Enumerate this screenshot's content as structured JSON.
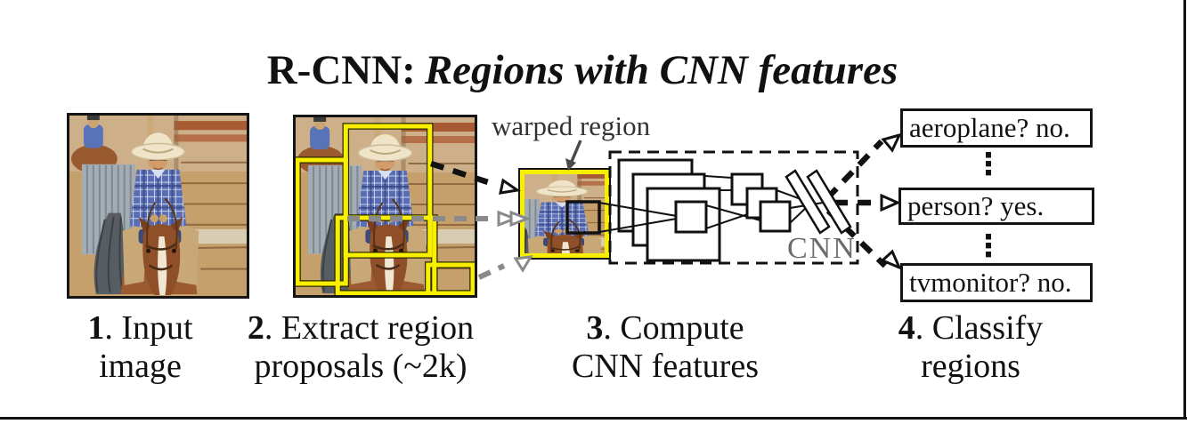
{
  "figure": {
    "title": {
      "prefix": "R-CNN:",
      "rest": "Regions with CNN features"
    },
    "warped_label": "warped region",
    "cnn_label": "CNN",
    "ellipsis": "⋮",
    "classes": [
      {
        "label": "aeroplane? no."
      },
      {
        "label": "person? yes."
      },
      {
        "label": "tvmonitor? no."
      }
    ],
    "steps": [
      {
        "num": "1",
        "rest": ". Input",
        "line2": "image"
      },
      {
        "num": "2",
        "rest": ". Extract region",
        "line2": "proposals (~2k)"
      },
      {
        "num": "3",
        "rest": ". Compute",
        "line2": "CNN features"
      },
      {
        "num": "4",
        "rest": ". Classify",
        "line2": "regions"
      }
    ],
    "colors": {
      "proposal_box_yellow": "#f7ee00",
      "arrow_gray": "#8a8a8a",
      "line_black": "#111111",
      "cnn_text_gray": "#6b6b6b"
    }
  }
}
